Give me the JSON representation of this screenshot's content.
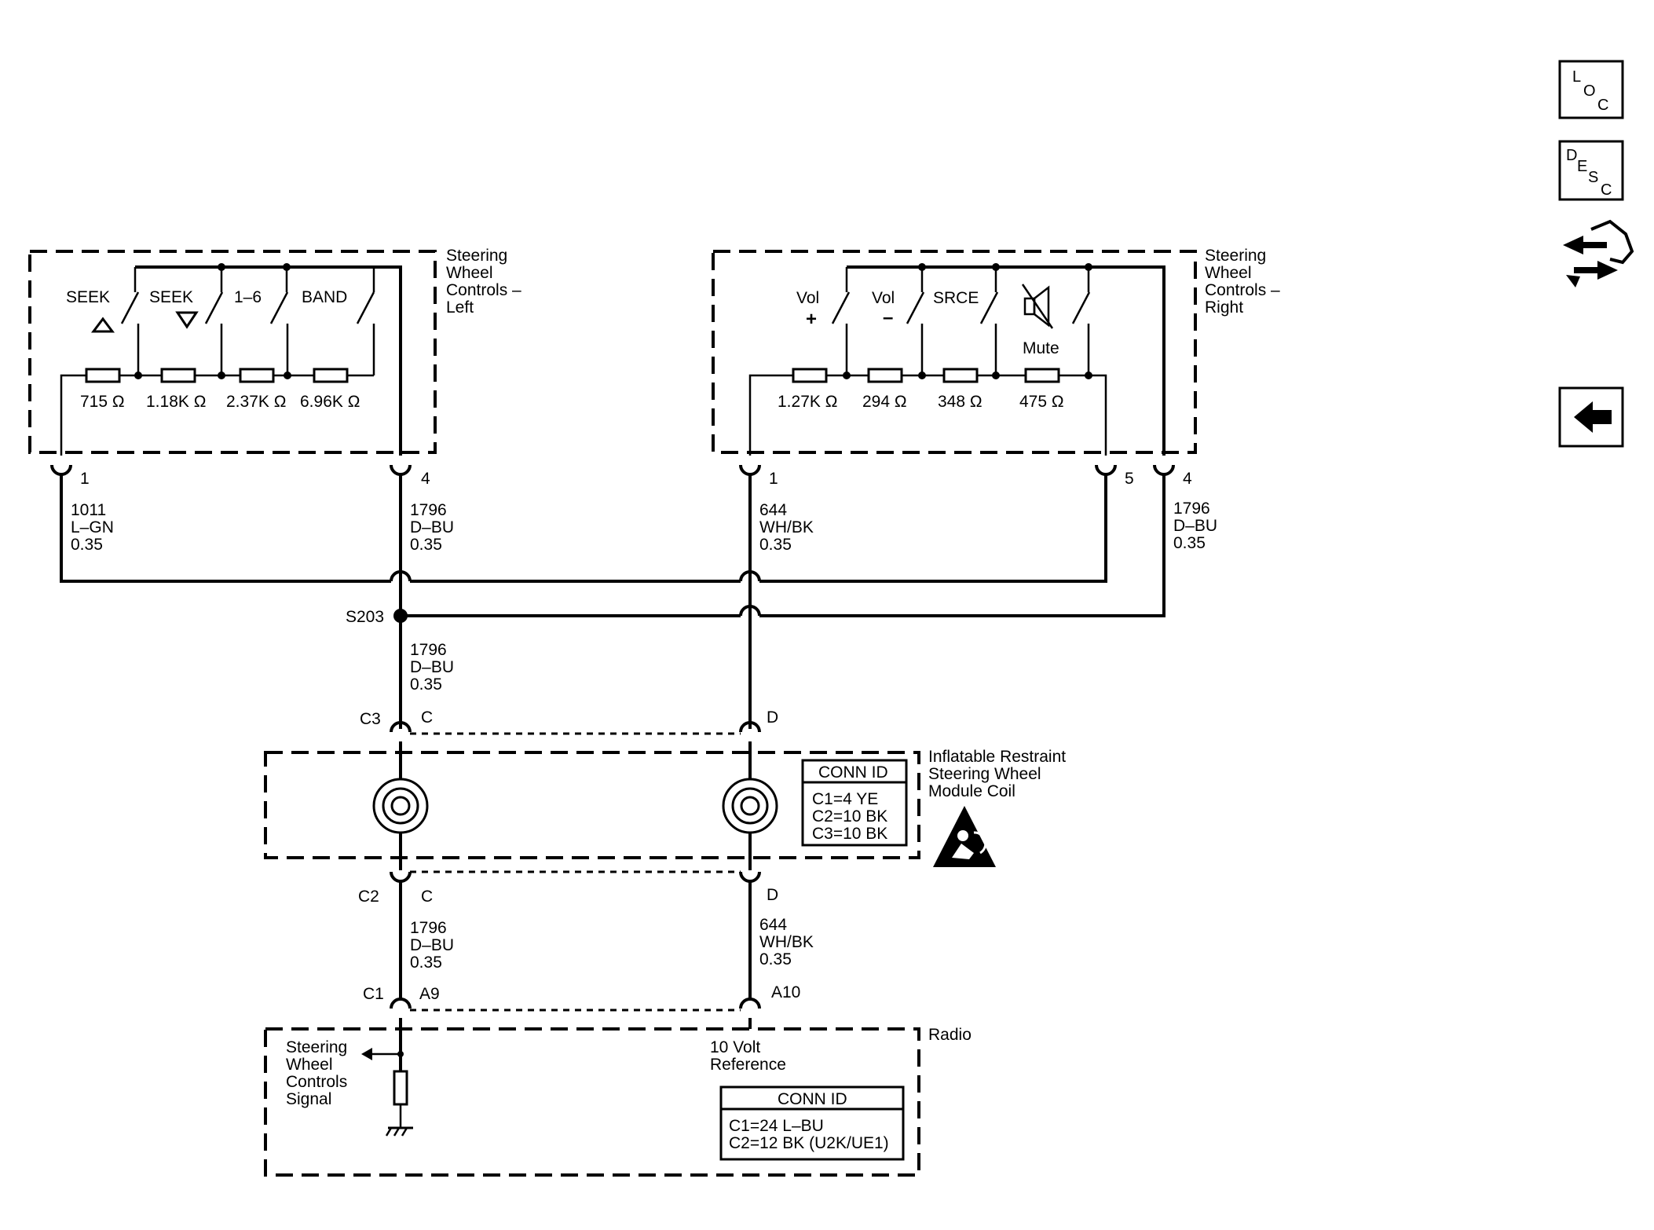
{
  "left_module": {
    "title": [
      "Steering",
      "Wheel",
      "Controls –",
      "Left"
    ],
    "switches": [
      "SEEK",
      "SEEK",
      "1–6",
      "BAND"
    ],
    "resistors": [
      "715 Ω",
      "1.18K Ω",
      "2.37K Ω",
      "6.96K Ω"
    ],
    "pins": [
      "1",
      "4"
    ]
  },
  "right_module": {
    "title": [
      "Steering",
      "Wheel",
      "Controls –",
      "Right"
    ],
    "switches": [
      "Vol",
      "Vol",
      "SRCE",
      "Mute"
    ],
    "signs": [
      "+",
      "–"
    ],
    "resistors": [
      "1.27K Ω",
      "294 Ω",
      "348 Ω",
      "475 Ω"
    ],
    "pins": [
      "1",
      "5",
      "4"
    ]
  },
  "wires": {
    "w1011": [
      "1011",
      "L–GN",
      "0.35"
    ],
    "w1796a": [
      "1796",
      "D–BU",
      "0.35"
    ],
    "w644a": [
      "644",
      "WH/BK",
      "0.35"
    ],
    "w1796r": [
      "1796",
      "D–BU",
      "0.35"
    ],
    "w1796b": [
      "1796",
      "D–BU",
      "0.35"
    ],
    "w1796c": [
      "1796",
      "D–BU",
      "0.35"
    ],
    "w644c": [
      "644",
      "WH/BK",
      "0.35"
    ]
  },
  "splice": "S203",
  "connectors": {
    "c3": "C3",
    "c3_left": "C",
    "c3_right": "D",
    "c2": "C2",
    "c2_left": "C",
    "c2_right": "D",
    "c1": "C1",
    "c1_left": "A9",
    "c1_right": "A10"
  },
  "coil": {
    "title": [
      "Inflatable Restraint",
      "Steering Wheel",
      "Module Coil"
    ],
    "conn_header": "CONN ID",
    "conn_rows": [
      "C1=4 YE",
      "C2=10 BK",
      "C3=10 BK"
    ]
  },
  "radio": {
    "title": "Radio",
    "signal": [
      "Steering",
      "Wheel",
      "Controls",
      "Signal"
    ],
    "reference": [
      "10 Volt",
      "Reference"
    ],
    "conn_header": "CONN ID",
    "conn_rows": [
      "C1=24 L–BU",
      "C2=12 BK (U2K/UE1)"
    ]
  },
  "nav": {
    "loc": [
      "L",
      "O",
      "C"
    ],
    "desc": [
      "D",
      "E",
      "S",
      "C"
    ]
  }
}
